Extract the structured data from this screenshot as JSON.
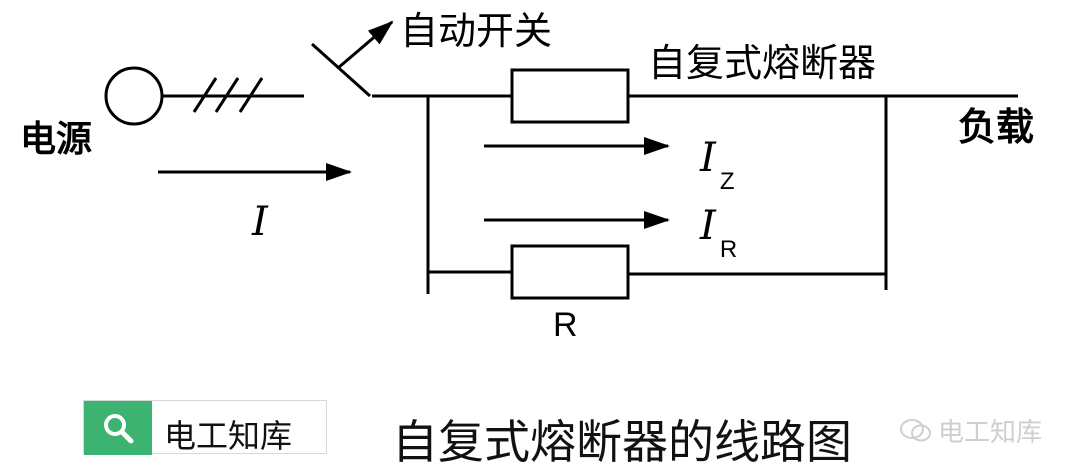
{
  "diagram": {
    "switch_label": "自动开关",
    "fuse_label": "自复式熔断器",
    "source_label": "电源",
    "load_label": "负载",
    "current_main": "I",
    "current_fuse": {
      "symbol": "I",
      "subscript": "Z"
    },
    "current_resistor": {
      "symbol": "I",
      "subscript": "R"
    },
    "resistor_label": "R"
  },
  "footer": {
    "search_label": "电工知库",
    "caption": "自复式熔断器的线路图",
    "watermark": "电工知库"
  },
  "colors": {
    "line": "#000000",
    "search_accent": "#3cb371",
    "watermark": "#cfcfcf"
  }
}
